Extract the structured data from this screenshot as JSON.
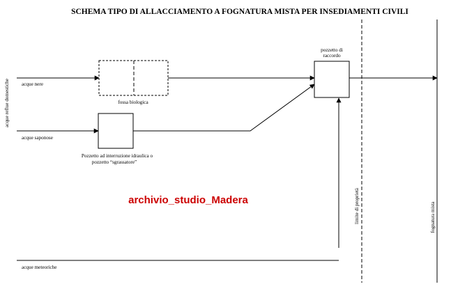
{
  "title": "SCHEMA TIPO DI ALLACCIAMENTO A FOGNATURA MISTA PER INSEDIAMENTI CIVILI",
  "labels": {
    "acque_reflue_domestiche": "acque reflue domestiche",
    "acque_nere": "acque nere",
    "acque_saponose": "acque saponose",
    "acque_meteoriche": "acque meteoriche",
    "fossa_biologica": "fossa biologica",
    "pozzetto_interruzione_line1": "Pozzetto ad interruzione idraulica o",
    "pozzetto_interruzione_line2": "pozzetto “sgrassatore”",
    "pozzetto_raccordo_line1": "pozzetto di",
    "pozzetto_raccordo_line2": "raccordo",
    "limite_proprieta": "limite di proprietà",
    "fognatura_mista": "fognatura mista"
  },
  "watermark": "archivio_studio_Madera",
  "colors": {
    "lines": "#000000",
    "watermark": "#cc0000",
    "background": "#ffffff"
  }
}
